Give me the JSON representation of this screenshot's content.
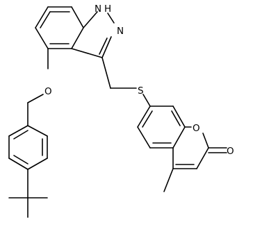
{
  "molecule": {
    "atoms": {
      "nh": "N",
      "nh_h": "H",
      "n2": "N",
      "o_ether": "O",
      "s": "S",
      "o_ring": "O",
      "o_carbonyl": "O"
    }
  }
}
